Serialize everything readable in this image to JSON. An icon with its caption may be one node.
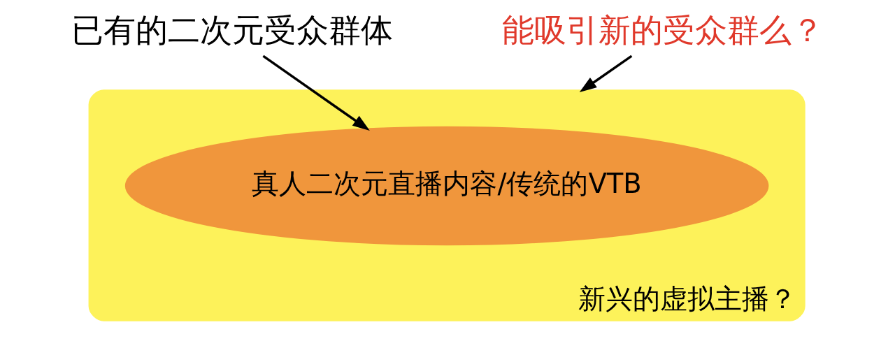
{
  "diagram": {
    "nodes": [
      {
        "text": [
          "已有的二次元受众群体"
        ]
      },
      {
        "text": [
          "能吸引新的受众群么？"
        ]
      },
      {
        "text": [
          "新兴的虚拟主播？"
        ]
      },
      {
        "text": [
          "真人二次元直播内容/传统的VTB"
        ],
        "in": 2
      }
    ],
    "edges": [
      {
        "from": 0,
        "to": 3,
        "arrow": "to"
      },
      {
        "from": 1,
        "to": 2,
        "arrow": "to"
      }
    ]
  }
}
